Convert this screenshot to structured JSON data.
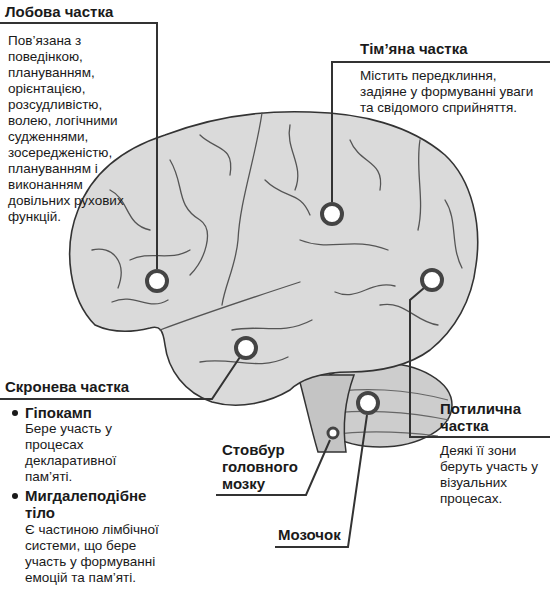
{
  "diagram": {
    "labels": [
      "Лобова частка",
      "Пов’язана з поведінкою, плануванням, орієнтацією, розсудливістю, волею, логічними судженнями, зосередженістю, плануванням і виконанням довільних рухових функцій.",
      "Тім’яна частка",
      "Містить передклиння, задіяне у формуванні уваги та свідомого сприйняття.",
      "Скронева частка",
      "Гіпокамп",
      "Бере участь у процесах декларативної пам’яті.",
      "Мигдалеподібне тіло",
      "Є частиною лімбічної системи, що бере участь у формуванні емоцій та пам’яті.",
      "Потилична частка",
      "Деякі її зони беруть участь у візуальних процесах.",
      "Стовбур головного мозку",
      "Мозочок"
    ]
  }
}
